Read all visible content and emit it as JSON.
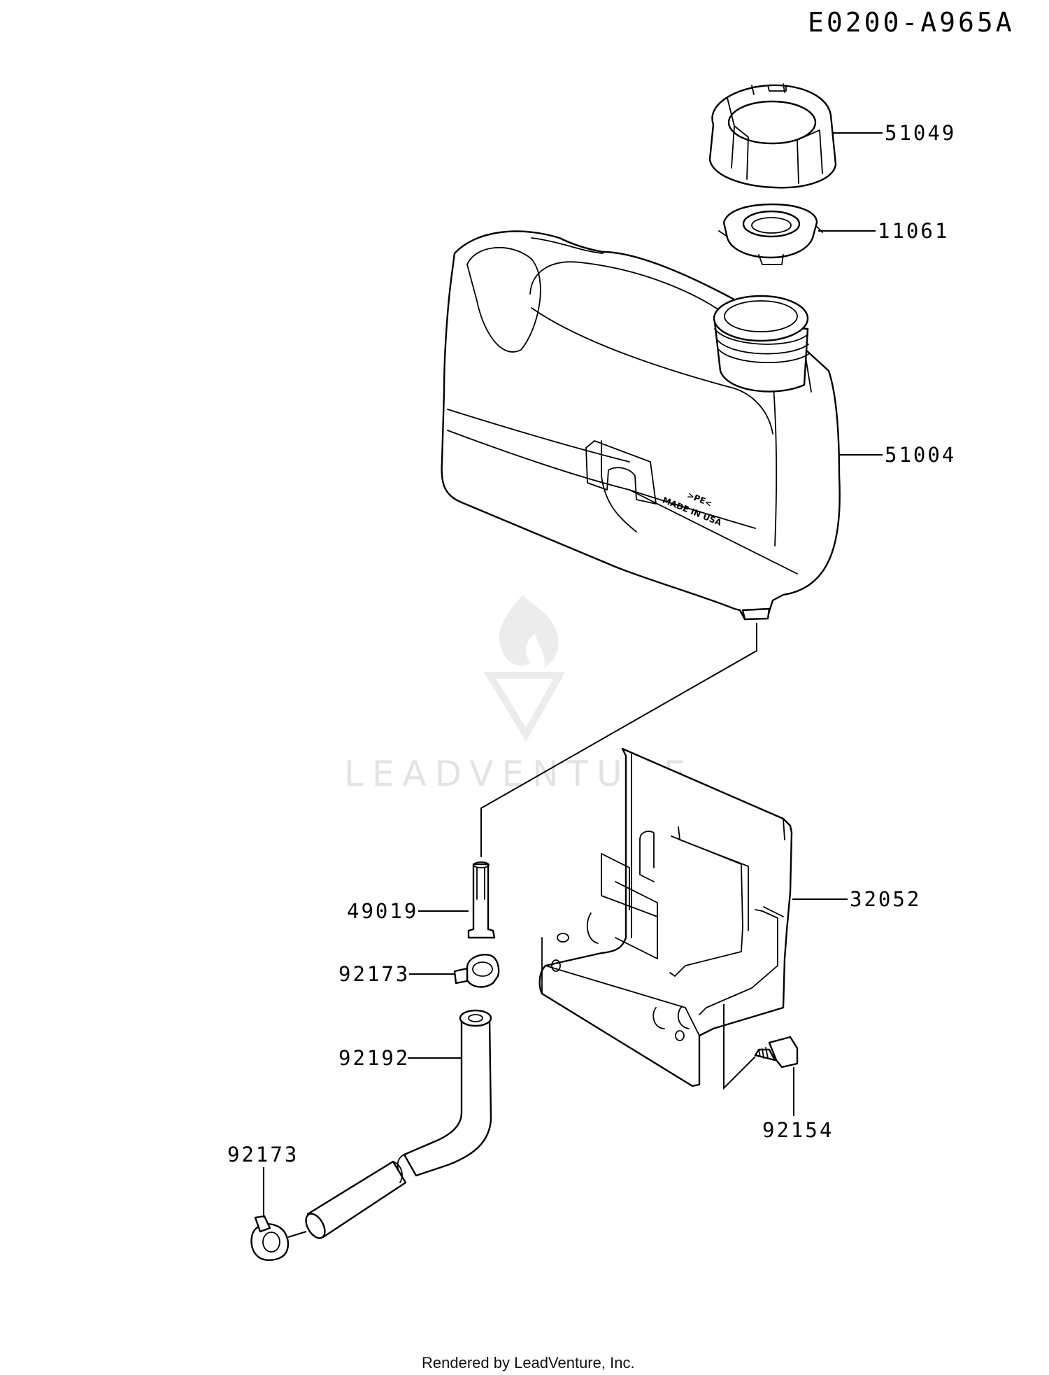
{
  "diagram_id": "E0200-A965A",
  "footer": "Rendered by LeadVenture, Inc.",
  "watermark": "LEADVENTURE",
  "tank_markings": {
    "line1": ">PE<",
    "line2": "MADE IN USA"
  },
  "colors": {
    "line": "#000000",
    "background": "#ffffff",
    "watermark": "#e3e3e3"
  },
  "parts": [
    {
      "number": "51049"
    },
    {
      "number": "11061"
    },
    {
      "number": "51004"
    },
    {
      "number": "32052"
    },
    {
      "number": "49019"
    },
    {
      "number": "92173"
    },
    {
      "number": "92192"
    },
    {
      "number": "92154"
    },
    {
      "number": "92173"
    }
  ]
}
